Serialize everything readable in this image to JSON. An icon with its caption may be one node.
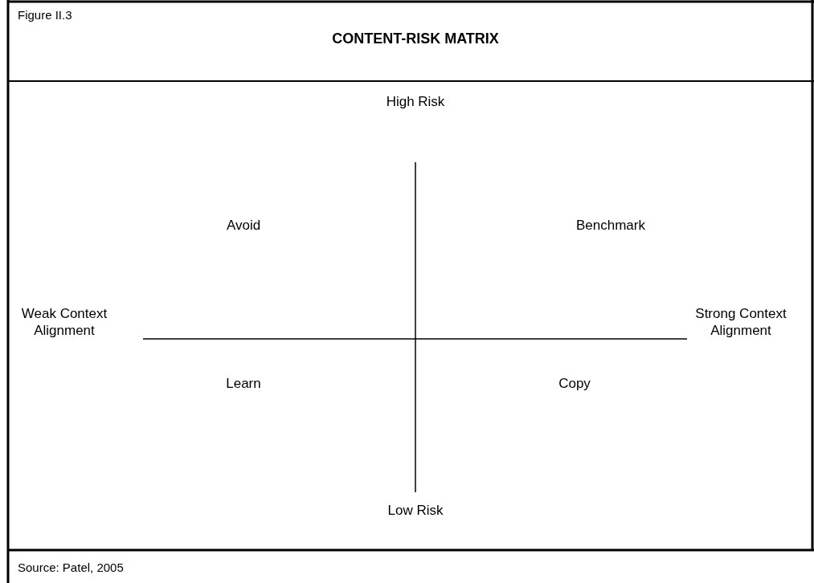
{
  "diagram": {
    "title": "CONTENT-RISK MATRIX",
    "caption": "Source: Patel, 2005",
    "labels": [
      "Figure II.3",
      "High Risk",
      "Avoid",
      "Benchmark",
      "Weak Context Alignment",
      "Strong Context Alignment",
      "Learn",
      "Copy",
      "Low Risk"
    ]
  }
}
